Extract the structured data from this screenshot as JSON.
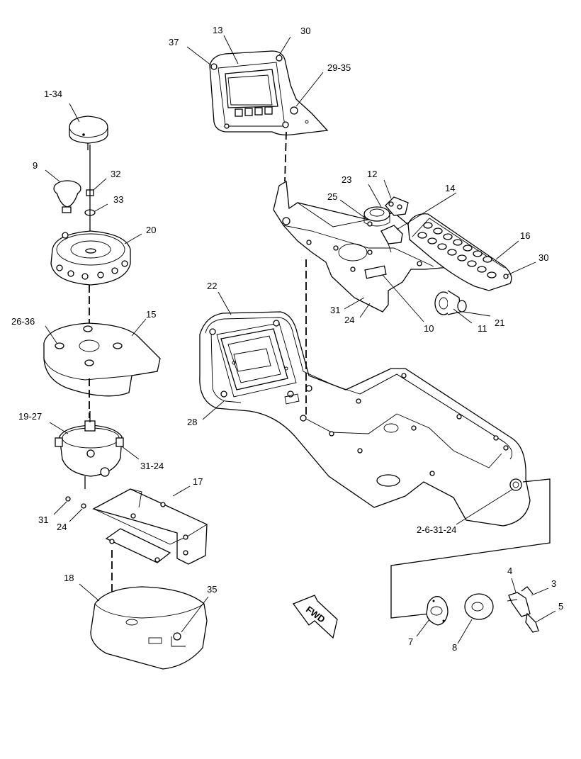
{
  "callouts": {
    "c13": "13",
    "c30a": "30",
    "c37": "37",
    "c29_35": "29-35",
    "c1_34": "1-34",
    "c9": "9",
    "c32": "32",
    "c33": "33",
    "c20": "20",
    "c23": "23",
    "c12": "12",
    "c14": "14",
    "c25": "25",
    "c16": "16",
    "c30b": "30",
    "c22": "22",
    "c31a": "31",
    "c24a": "24",
    "c10": "10",
    "c11": "11",
    "c21": "21",
    "c26_36": "26-36",
    "c15": "15",
    "c19_27": "19-27",
    "c28": "28",
    "c31_24": "31-24",
    "c17": "17",
    "c31b": "31",
    "c24b": "24",
    "c2_6_31_24": "2-6-31-24",
    "c4": "4",
    "c3": "3",
    "c5": "5",
    "c7": "7",
    "c8": "8",
    "c18": "18",
    "c35": "35"
  },
  "direction_arrow": {
    "label": "FWD"
  }
}
